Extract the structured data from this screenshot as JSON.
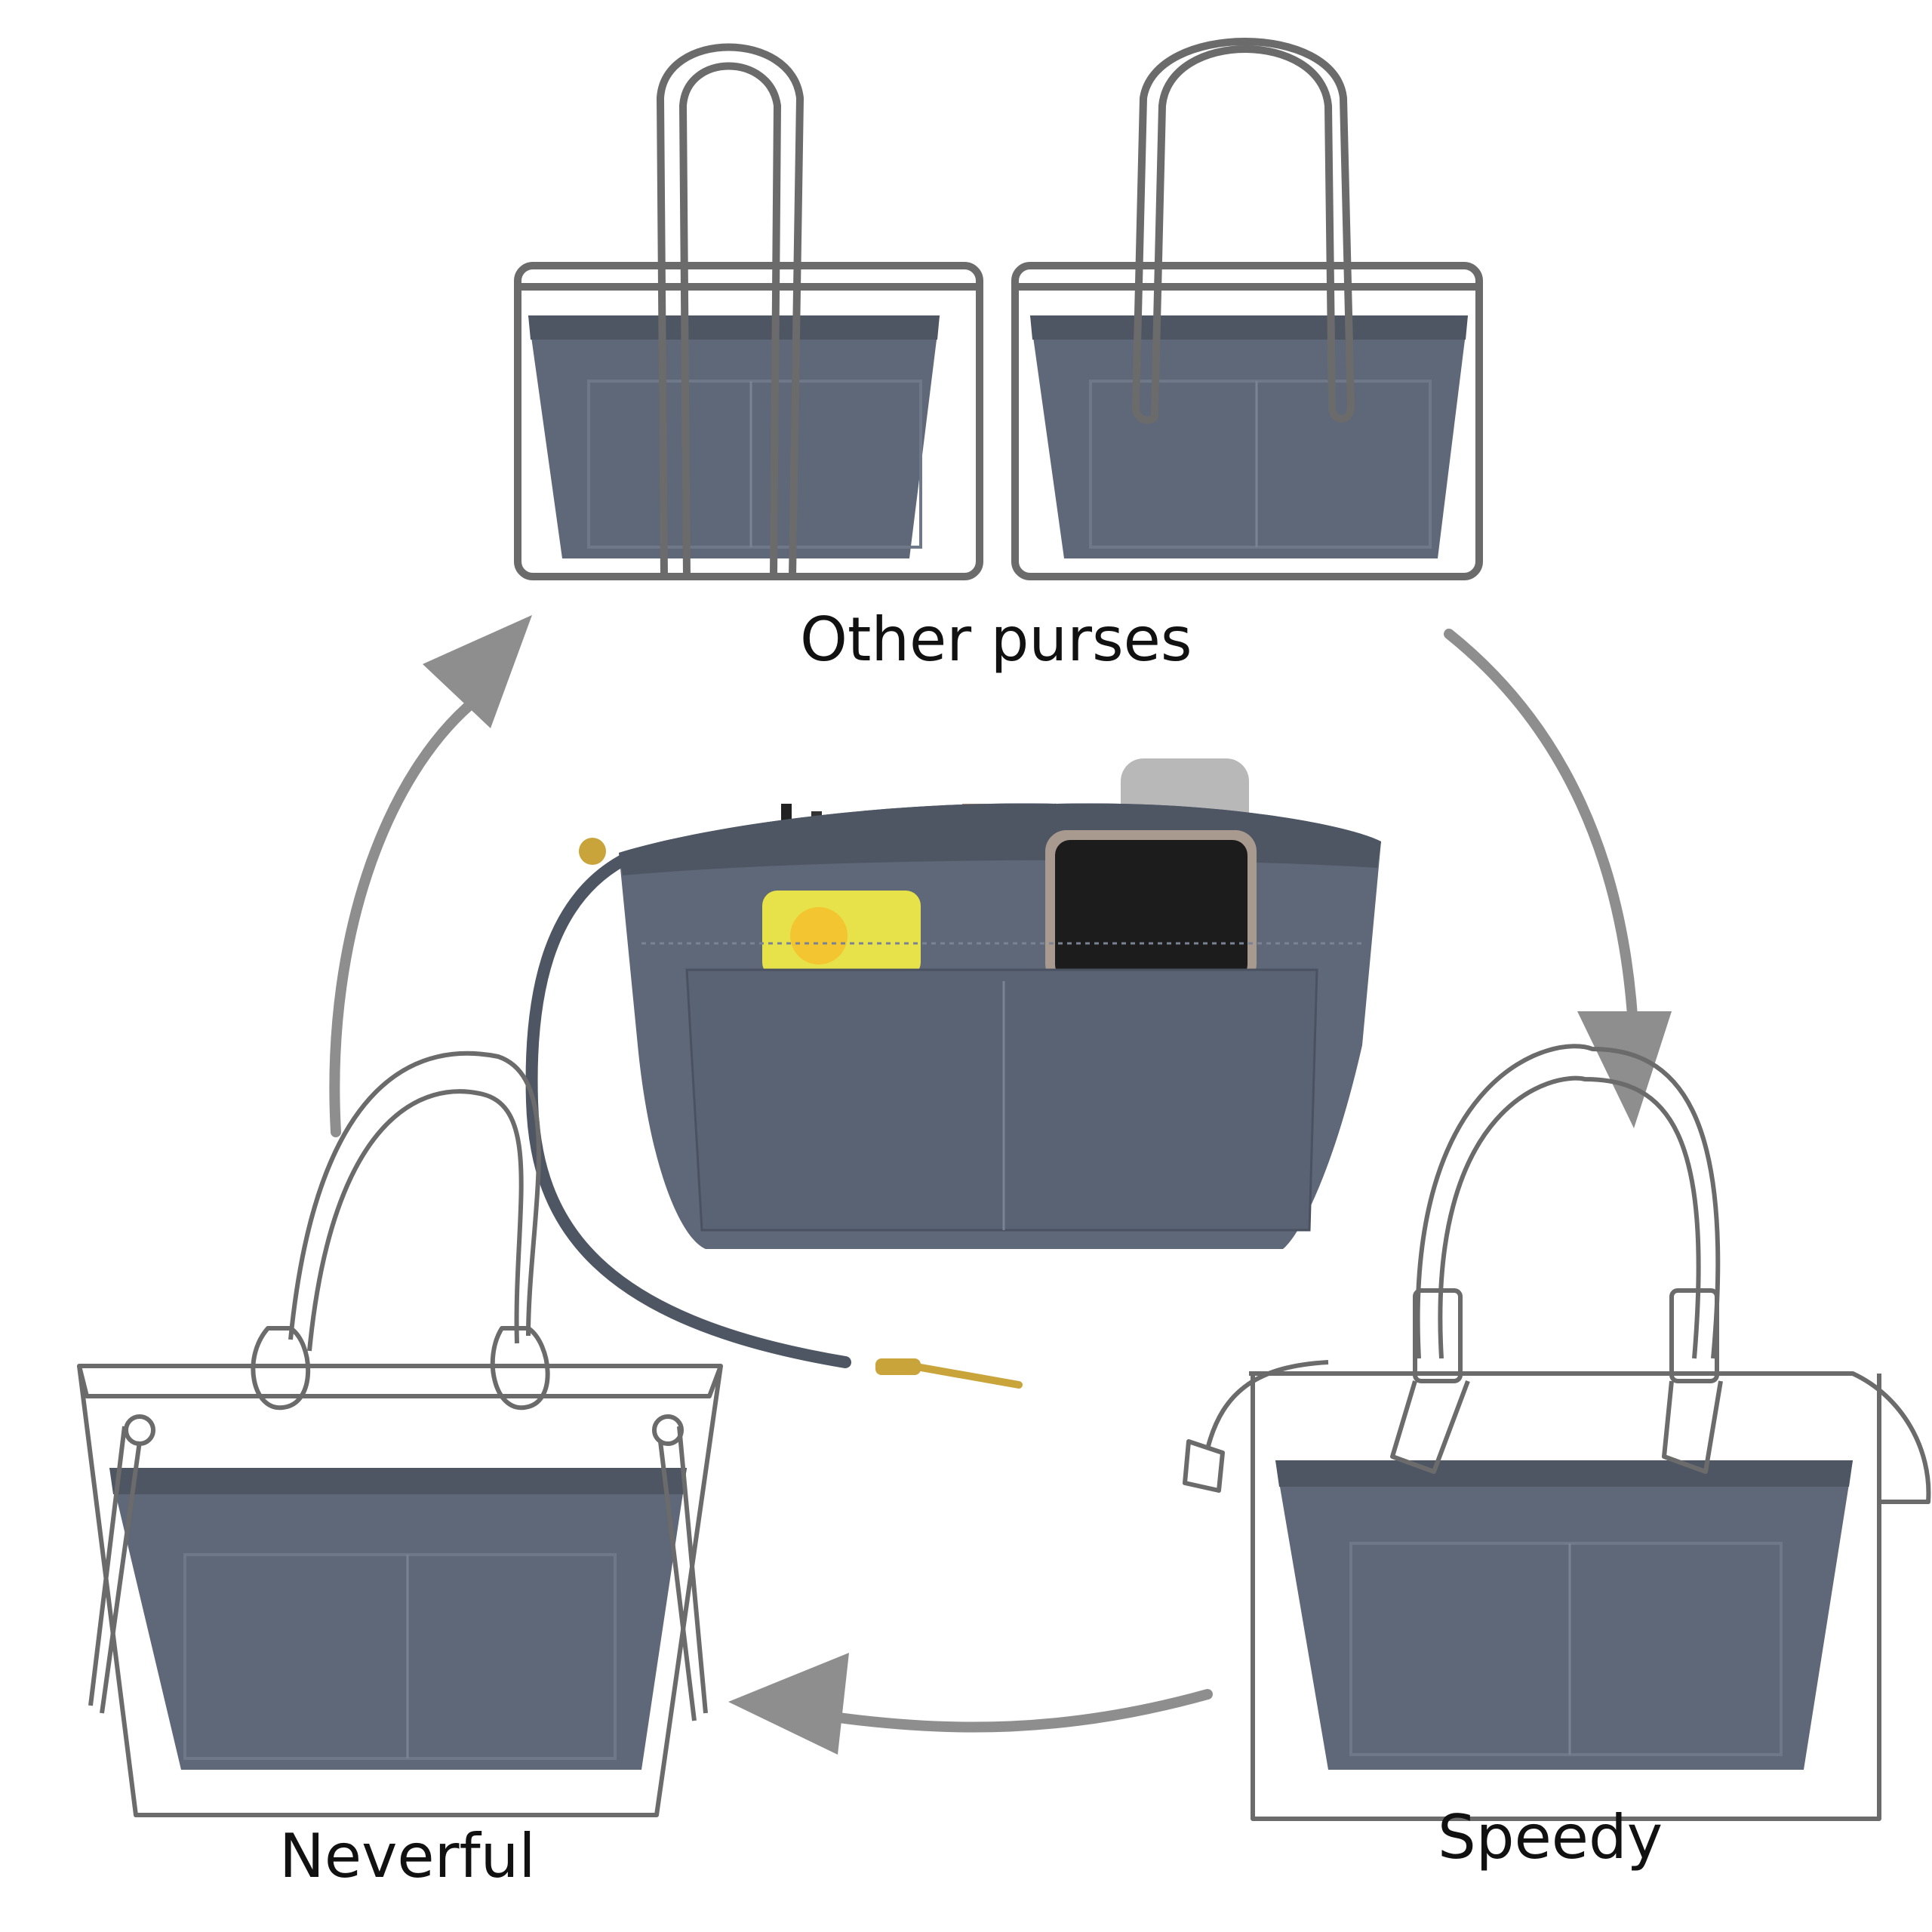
{
  "captions": {
    "other_purses": "Other purses",
    "neverful": "Neverful",
    "speedy": "Speedy"
  },
  "colors": {
    "felt": "#5f6878",
    "felt_dark": "#4e5664",
    "felt_stitch": "#8a93a2",
    "outline": "#6b6b6b",
    "arrow": "#8e8e8e",
    "gold": "#c9a43a",
    "lemon_tin": "#e8e24a",
    "phone": "#1c1c1c",
    "text": "#111111"
  },
  "icons": [
    "cycle-arrow-icon",
    "organizer-insert-icon",
    "tote-outline-icon",
    "neverful-outline-icon",
    "speedy-outline-icon"
  ]
}
